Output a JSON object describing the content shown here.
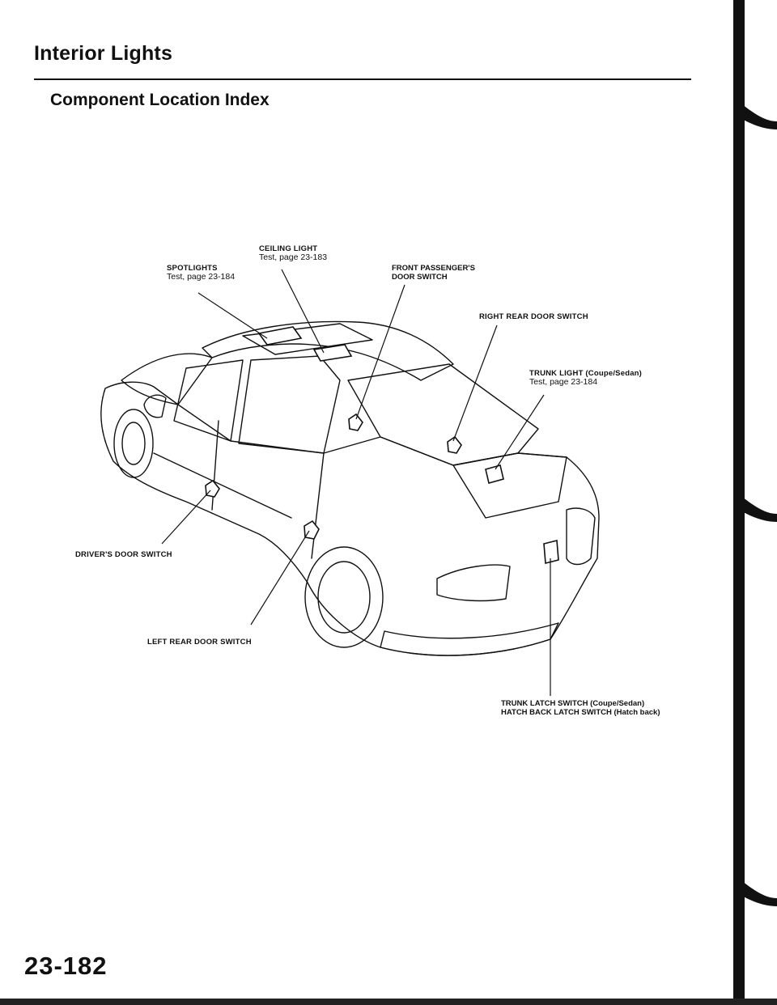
{
  "header": {
    "title": "Interior Lights",
    "subtitle": "Component Location Index"
  },
  "callouts": {
    "ceiling_light": {
      "name": "CEILING LIGHT",
      "test": "Test, page 23-183"
    },
    "spotlights": {
      "name": "SPOTLIGHTS",
      "test": "Test, page 23-184"
    },
    "front_passenger_door_switch": {
      "line1": "FRONT PASSENGER'S",
      "line2": "DOOR SWITCH"
    },
    "right_rear_door_switch": {
      "name": "RIGHT REAR DOOR SWITCH"
    },
    "trunk_light": {
      "name": "TRUNK LIGHT (Coupe/Sedan)",
      "test": "Test, page 23-184"
    },
    "drivers_door_switch": {
      "name": "DRIVER'S DOOR SWITCH"
    },
    "left_rear_door_switch": {
      "name": "LEFT REAR DOOR SWITCH"
    },
    "trunk_latch_switch": {
      "line1": "TRUNK LATCH SWITCH (Coupe/Sedan)",
      "line2": "HATCH BACK LATCH SWITCH (Hatch back)"
    }
  },
  "footer": {
    "page_number": "23-182"
  }
}
